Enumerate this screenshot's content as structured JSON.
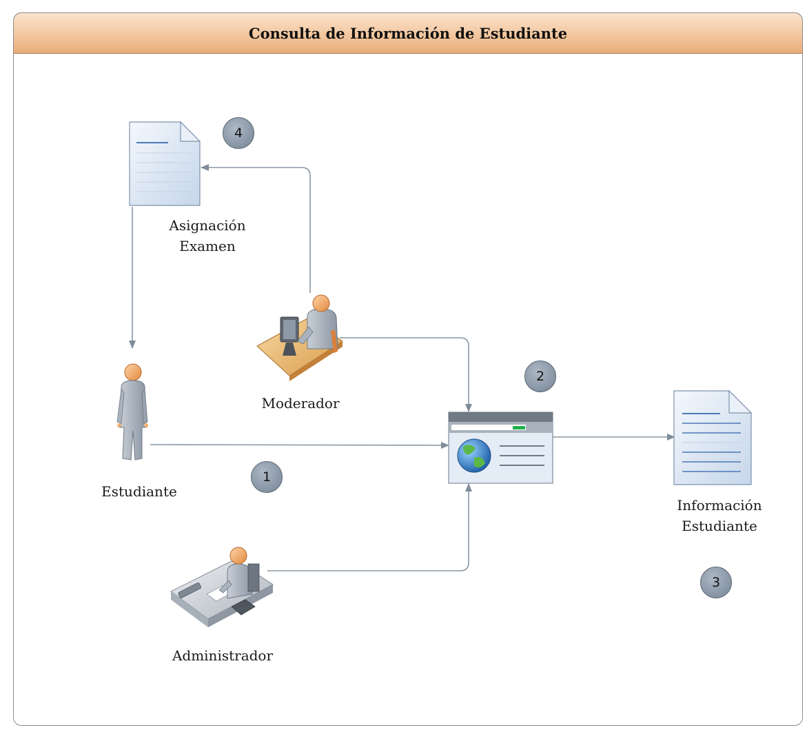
{
  "header": {
    "title": "Consulta de Información de Estudiante"
  },
  "nodes": {
    "asignacion_examen": {
      "line1": "Asignación",
      "line2": "Examen",
      "icon": "document-icon"
    },
    "moderador": {
      "label": "Moderador",
      "icon": "user-at-computer-icon"
    },
    "estudiante": {
      "label": "Estudiante",
      "icon": "standing-person-icon"
    },
    "web_system": {
      "icon": "web-browser-globe-icon"
    },
    "informacion_estudiante": {
      "line1": "Información",
      "line2": "Estudiante",
      "icon": "document-icon"
    },
    "administrador": {
      "label": "Administrador",
      "icon": "user-at-desk-icon"
    }
  },
  "steps": {
    "s1": "1",
    "s2": "2",
    "s3": "3",
    "s4": "4"
  },
  "colors": {
    "header_top": "#fbe3cd",
    "header_bottom": "#e8ac79",
    "connector": "#8a96a3",
    "badge": "#8593a3"
  }
}
